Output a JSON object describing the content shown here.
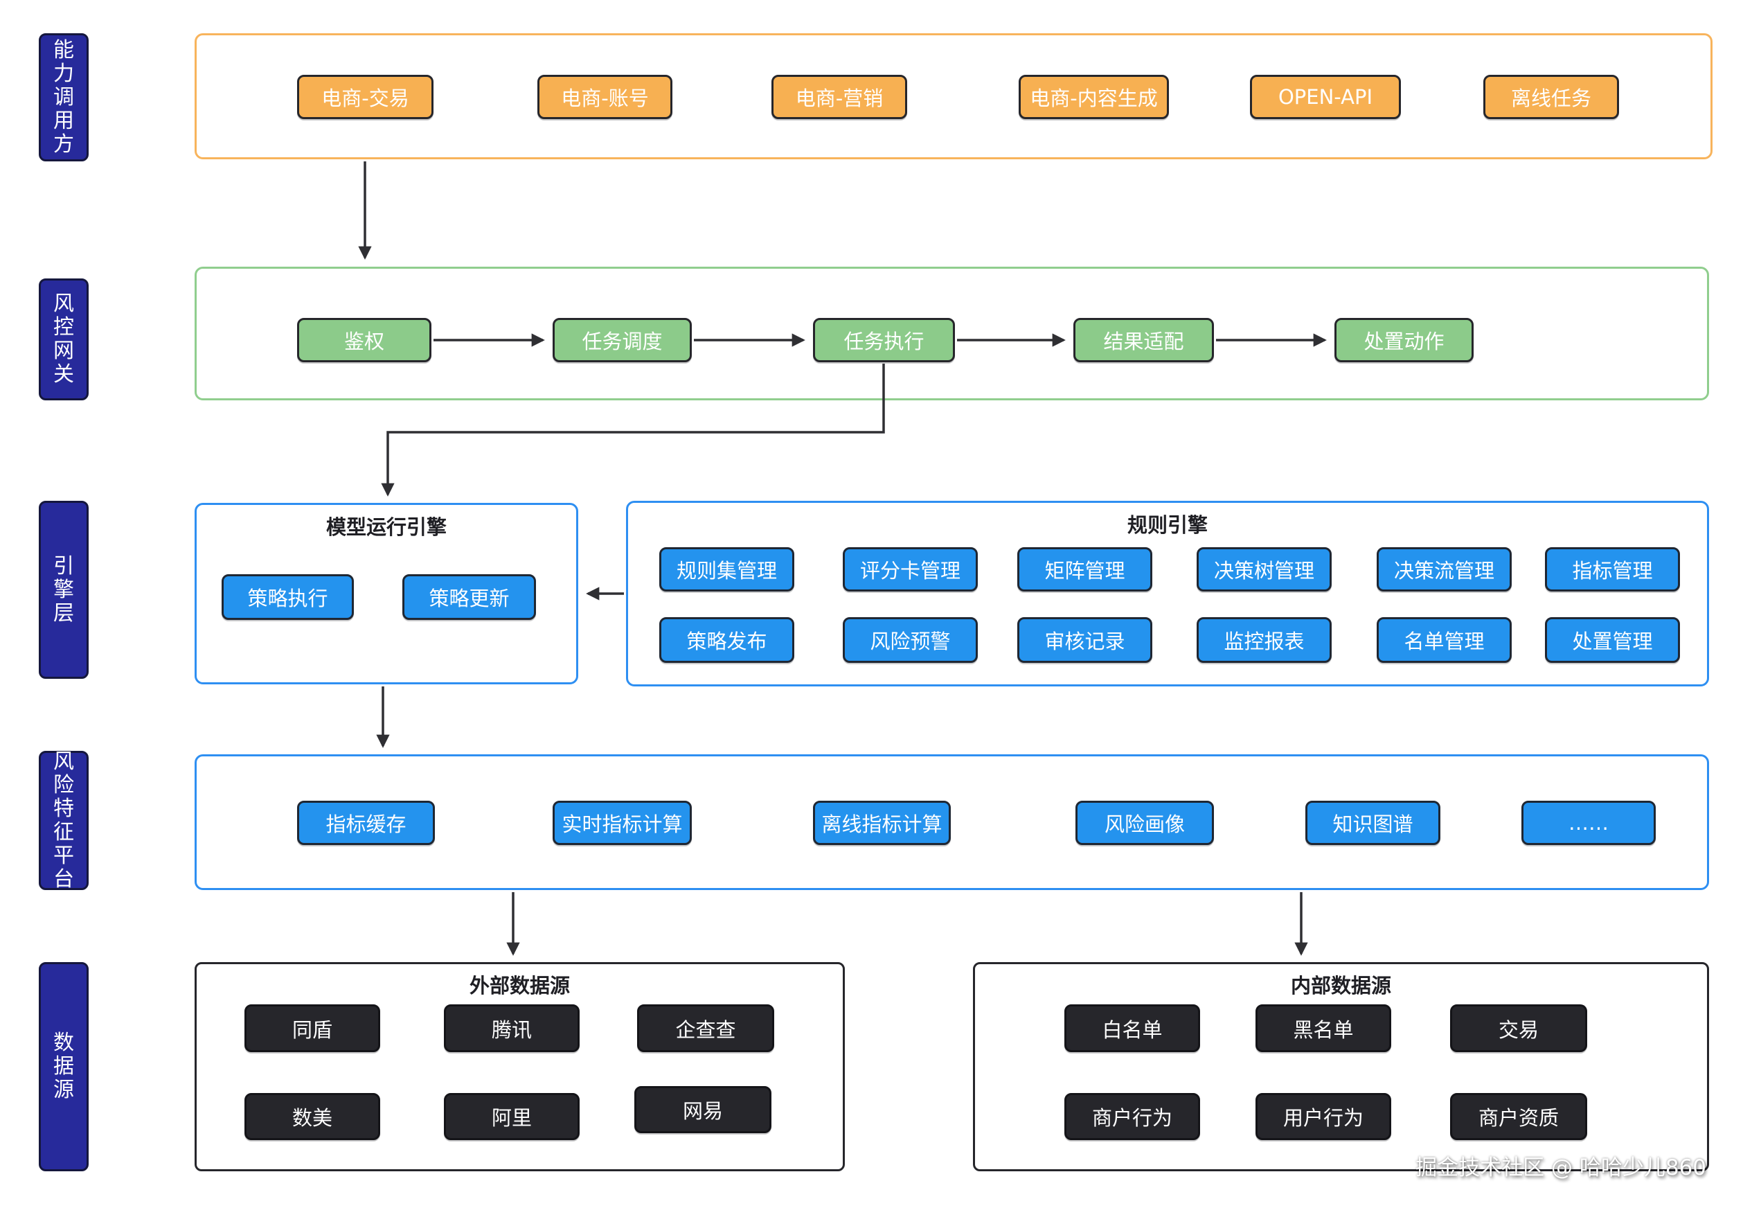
{
  "colors": {
    "navy_label_bg": "#272A9B",
    "orange_node": "#F7B052",
    "orange_container_border": "#F8B45C",
    "green_node": "#8CCB8A",
    "green_container_border": "#90CE8E",
    "blue_node": "#2493EE",
    "blue_container_border": "#2E8FF2",
    "black_node": "#26262B",
    "arrow": "#2F2F33"
  },
  "side_labels": {
    "caller": "能力调用方",
    "gateway": "风控网关",
    "engine": "引擎层",
    "feature": "风险特征平台",
    "datasource": "数据源"
  },
  "caller": {
    "items": [
      "电商-交易",
      "电商-账号",
      "电商-营销",
      "电商-内容生成",
      "OPEN-API",
      "离线任务"
    ]
  },
  "gateway": {
    "items": [
      "鉴权",
      "任务调度",
      "任务执行",
      "结果适配",
      "处置动作"
    ]
  },
  "model_engine": {
    "title": "模型运行引擎",
    "items": [
      "策略执行",
      "策略更新"
    ]
  },
  "rule_engine": {
    "title": "规则引擎",
    "row1": [
      "规则集管理",
      "评分卡管理",
      "矩阵管理",
      "决策树管理",
      "决策流管理",
      "指标管理"
    ],
    "row2": [
      "策略发布",
      "风险预警",
      "审核记录",
      "监控报表",
      "名单管理",
      "处置管理"
    ]
  },
  "feature_platform": {
    "items": [
      "指标缓存",
      "实时指标计算",
      "离线指标计算",
      "风险画像",
      "知识图谱",
      "……"
    ]
  },
  "external_data": {
    "title": "外部数据源",
    "row1": [
      "同盾",
      "腾讯",
      "企查查"
    ],
    "row2": [
      "数美",
      "阿里",
      "网易"
    ]
  },
  "internal_data": {
    "title": "内部数据源",
    "row1": [
      "白名单",
      "黑名单",
      "交易"
    ],
    "row2": [
      "商户行为",
      "用户行为",
      "商户资质"
    ]
  },
  "watermark": "掘金技术社区 @ 哈哈少儿860"
}
